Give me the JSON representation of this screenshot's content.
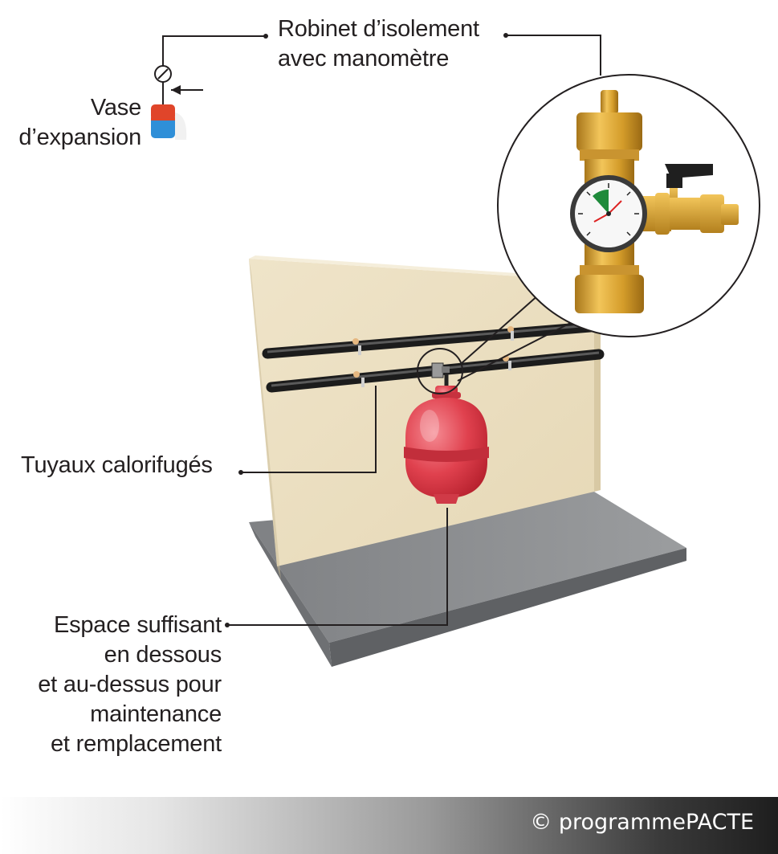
{
  "labels": {
    "robinet_line1": "Robinet d’isolement",
    "robinet_line2": "avec manomètre",
    "vase_line1": "Vase",
    "vase_line2": "d’expansion",
    "tuyaux": "Tuyaux calorifugés",
    "espace_line1": "Espace suffisant",
    "espace_line2": "en dessous",
    "espace_line3": "et au-dessus pour",
    "espace_line4": "maintenance",
    "espace_line5": "et remplacement"
  },
  "footer": {
    "copyright": "© programmePACTE"
  },
  "colors": {
    "wall": "#ede1c4",
    "floor": "#8f9193",
    "pipe": "#2b2b2b",
    "vessel_red": "#e0414e",
    "brass": "#d6a22e",
    "leader": "#231f20"
  }
}
